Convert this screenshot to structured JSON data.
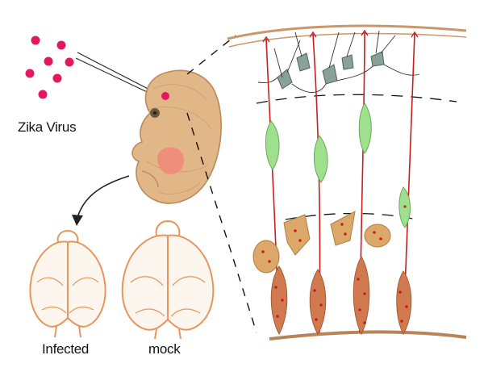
{
  "labels": {
    "virus": "Zika Virus",
    "infected": "Infected",
    "mock": "mock"
  },
  "colors": {
    "virus_particle": "#e5185f",
    "embryo_skin": "#e2b787",
    "brain_outline": "#e8955c",
    "radial_glia": "#c81e1e",
    "intermediate_progenitor": "#9fe08e",
    "neuron": "#88a29a",
    "infected_cell": "#dba86a",
    "infected_body": "#d17a4f",
    "meninges": "#c9976a",
    "ventricular_surface": "#b8845a"
  }
}
